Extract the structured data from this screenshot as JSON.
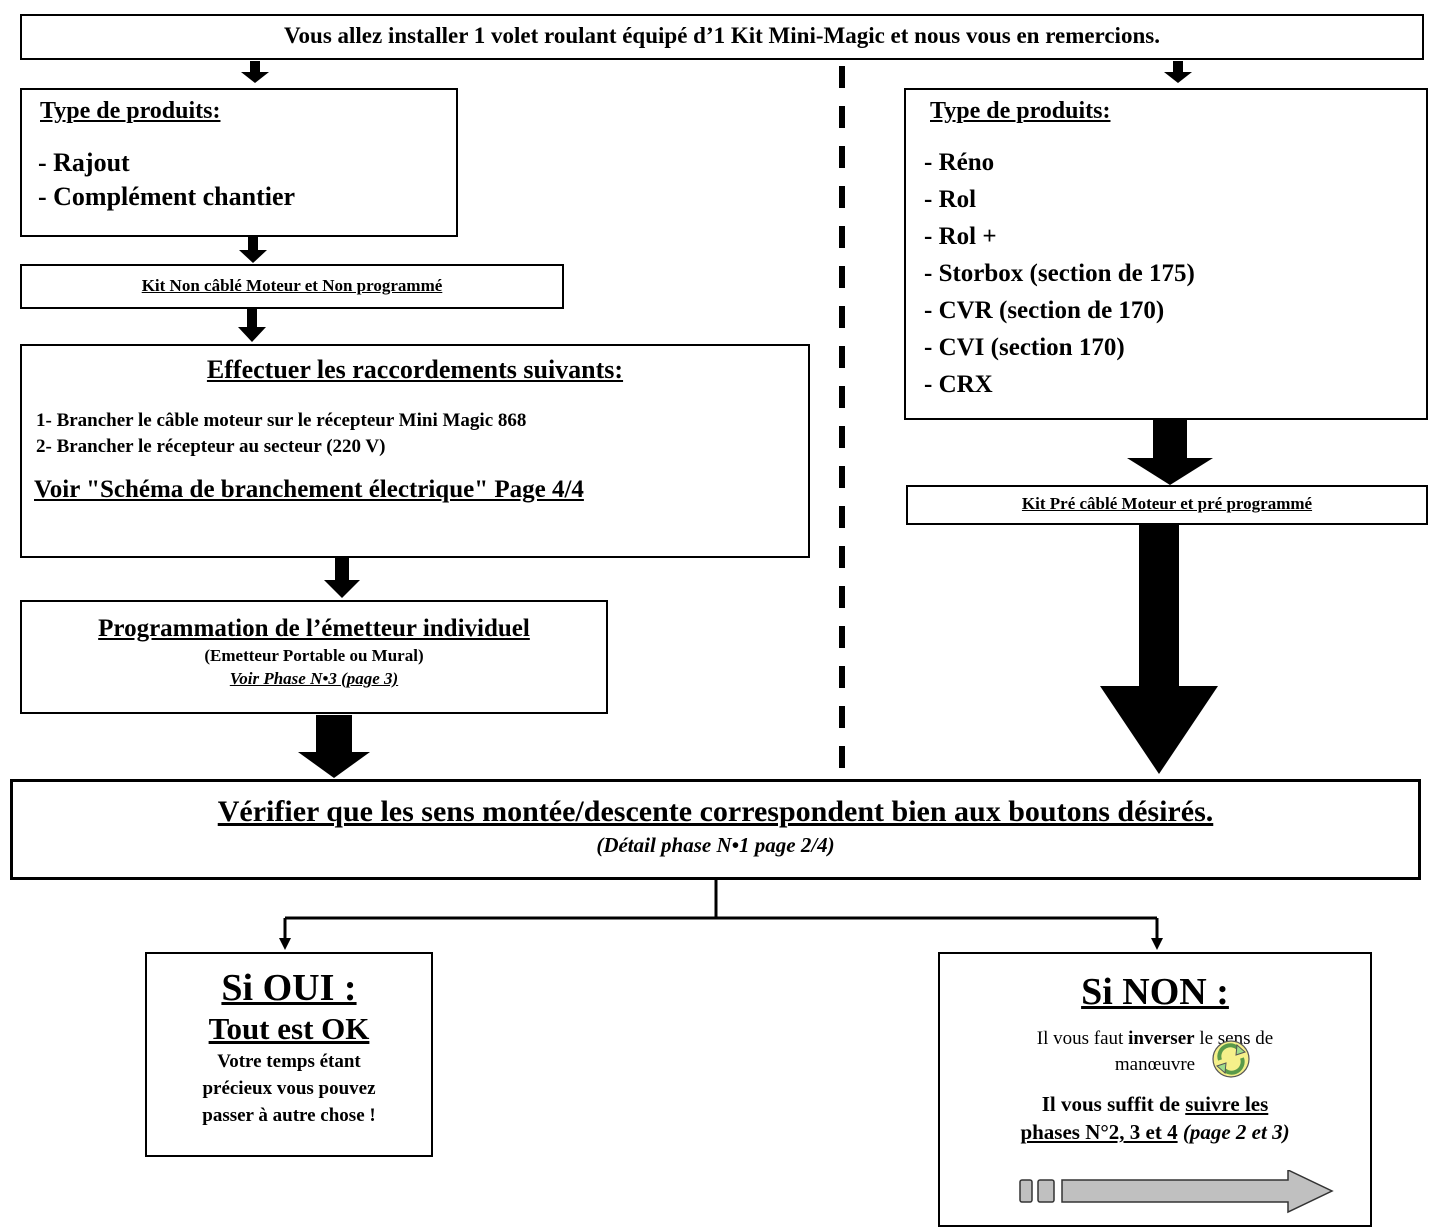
{
  "header": {
    "text": "Vous allez installer 1 volet roulant équipé d’1 Kit Mini-Magic et nous vous en remercions."
  },
  "left": {
    "products_title": "Type de produits:",
    "products": [
      "- Rajout",
      "- Complément chantier"
    ],
    "kit_label": "Kit Non câblé Moteur et Non programmé",
    "connections": {
      "title": "Effectuer les raccordements suivants:",
      "steps": [
        "1- Brancher le câble moteur sur le récepteur Mini Magic 868",
        "2- Brancher le récepteur au secteur (220 V)"
      ],
      "see": "Voir \"Schéma de branchement électrique\" Page 4/4"
    },
    "programming": {
      "title": "Programmation de l’émetteur individuel",
      "subtitle": "(Emetteur Portable ou Mural)",
      "link": "Voir Phase N•3 (page 3)"
    }
  },
  "right": {
    "products_title": "Type de produits:",
    "products": [
      "- Réno",
      "- Rol",
      "- Rol +",
      "- Storbox (section de 175)",
      "- CVR (section de 170)",
      "- CVI (section 170)",
      "- CRX"
    ],
    "kit_label": "Kit Pré câblé Moteur et pré programmé"
  },
  "verify": {
    "title": "Vérifier que les sens montée/descente correspondent bien aux boutons désirés.",
    "subtitle": "(Détail phase N•1 page 2/4)"
  },
  "yes_box": {
    "title": "Si OUI :",
    "subtitle": "Tout est OK",
    "lines": [
      "Votre temps étant",
      "précieux vous pouvez",
      "passer à autre chose !"
    ]
  },
  "no_box": {
    "title": "Si NON :",
    "text_a": "Il vous faut ",
    "text_b": "inverser",
    "text_c": " le sens de",
    "text_d": "manœuvre",
    "follow_a": "Il vous suffit de ",
    "follow_b": "suivre les",
    "follow_c": "phases N°2, 3 et 4",
    "follow_d": " (page 2 et 3)"
  },
  "colors": {
    "arrow_gray": "#c0c0c0",
    "rotate_fill": "#f5f08a",
    "rotate_green": "#9edc8a"
  }
}
